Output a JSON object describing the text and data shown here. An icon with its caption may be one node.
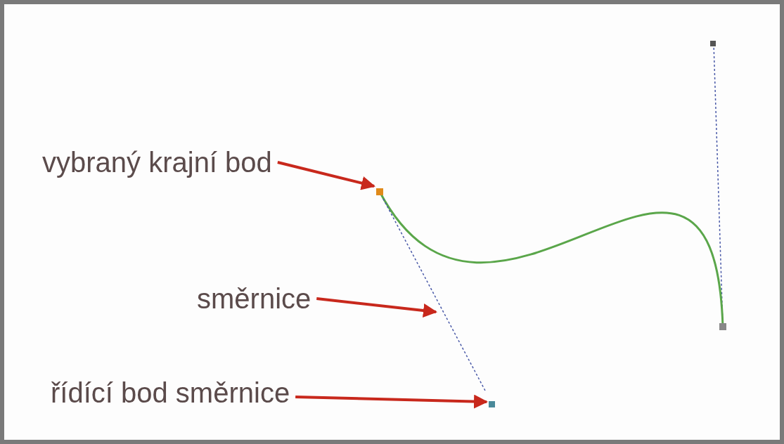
{
  "diagram": {
    "nodes": [
      {
        "text": [
          "vybraný krajní bod"
        ]
      },
      {
        "text": [],
        "shape": "box"
      },
      {
        "text": [
          "směrnice"
        ]
      },
      {
        "text": [],
        "shape": "line"
      },
      {
        "text": [
          "řídící bod směrnice"
        ]
      },
      {
        "text": [],
        "shape": "box"
      }
    ],
    "edges": [
      {
        "from": 0,
        "to": 1,
        "arrow": "to"
      },
      {
        "from": 2,
        "to": 3,
        "arrow": "to"
      },
      {
        "from": 4,
        "to": 5,
        "arrow": "to"
      }
    ]
  }
}
